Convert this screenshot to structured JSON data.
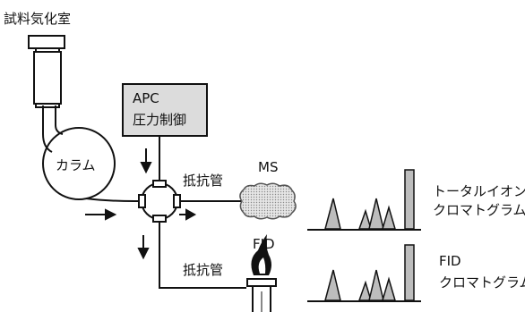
{
  "labels": {
    "injector": "試料気化室",
    "column": "カラム",
    "apc_line1": "APC",
    "apc_line2": "圧力制御",
    "restrictor_top": "抵抗管",
    "restrictor_bottom": "抵抗管",
    "ms": "MS",
    "fid": "FID",
    "tic_line1": "トータルイオン",
    "tic_line2": "クロマトグラム",
    "fid_chrom_line1": "FID",
    "fid_chrom_line2": "クロマトグラム"
  },
  "colors": {
    "line": "#111111",
    "fill_gray": "#bdbdbd",
    "fill_light": "#dcdcdc"
  },
  "icons": [
    "injector-icon",
    "column-coil-icon",
    "splitter-icon",
    "ms-detector-icon",
    "fid-flame-icon",
    "flow-arrow-icon"
  ]
}
